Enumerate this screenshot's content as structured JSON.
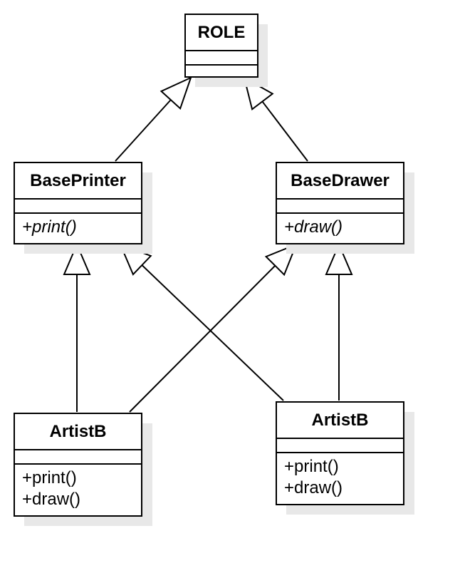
{
  "diagram": {
    "classes": {
      "role": {
        "name": "ROLE",
        "operations": []
      },
      "base_printer": {
        "name": "BasePrinter",
        "operations": [
          "+print()"
        ]
      },
      "base_drawer": {
        "name": "BaseDrawer",
        "operations": [
          "+draw()"
        ]
      },
      "artist_left": {
        "name": "ArtistB",
        "operations": [
          "+print()",
          "+draw()"
        ]
      },
      "artist_right": {
        "name": "ArtistB",
        "operations": [
          "+print()",
          "+draw()"
        ]
      }
    },
    "relations": [
      {
        "from": "BasePrinter",
        "to": "ROLE",
        "type": "generalization"
      },
      {
        "from": "BaseDrawer",
        "to": "ROLE",
        "type": "generalization"
      },
      {
        "from": "ArtistB (left)",
        "to": "BasePrinter",
        "type": "generalization"
      },
      {
        "from": "ArtistB (left)",
        "to": "BaseDrawer",
        "type": "generalization"
      },
      {
        "from": "ArtistB (right)",
        "to": "BasePrinter",
        "type": "generalization"
      },
      {
        "from": "ArtistB (right)",
        "to": "BaseDrawer",
        "type": "generalization"
      }
    ]
  }
}
